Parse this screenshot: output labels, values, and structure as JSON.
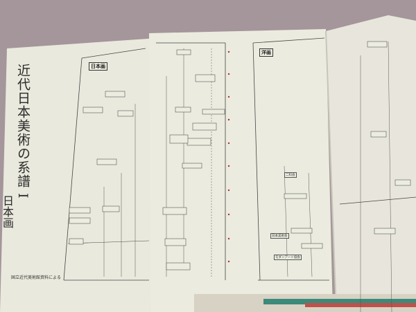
{
  "document": {
    "title": "近代日本美術の系譜 I",
    "subtitle": "日本画",
    "footer_note": "国立近代美術館資料による",
    "sections": {
      "nihonga": "日本画",
      "yoga": "洋画"
    },
    "yoga_groups": [
      "二科会",
      "日本美術会",
      "モダンアート協会"
    ],
    "colors": {
      "paper": "#ecebdd",
      "background": "#a4969a",
      "ink": "#333333",
      "timeline_marks": "#b03030"
    }
  }
}
